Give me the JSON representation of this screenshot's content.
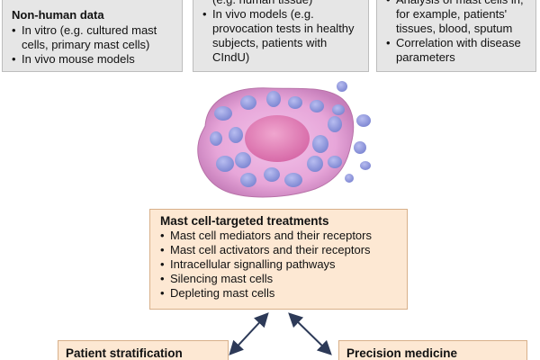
{
  "nonhuman_box": {
    "title": "Non-human data",
    "items": [
      "In vitro (e.g. cultured mast cells, primary mast cells)",
      "In vivo mouse models"
    ]
  },
  "human_box": {
    "items": [
      "(e.g. human tissue)",
      "In vivo models (e.g. provocation tests in healthy subjects, patients with CIndU)"
    ]
  },
  "patient_box": {
    "items": [
      "Analysis of mast cells in, for example, patients' tissues, blood, sputum",
      "Correlation with disease parameters"
    ]
  },
  "treatments_box": {
    "title": "Mast cell-targeted treatments",
    "items": [
      "Mast cell mediators and their receptors",
      "Mast cell activators and their receptors",
      "Intracellular signalling pathways",
      "Silencing mast cells",
      "Depleting mast  cells"
    ]
  },
  "stratification_box": {
    "title": "Patient stratification"
  },
  "precision_box": {
    "title": "Precision medicine"
  },
  "colors": {
    "gray_fill": "#e6e6e6",
    "peach_fill": "#fde8d3",
    "cell_body": "#e7a6d9",
    "nucleus": "#e07fb8",
    "granule": "#8f97dd",
    "arrow": "#2d3a58"
  }
}
